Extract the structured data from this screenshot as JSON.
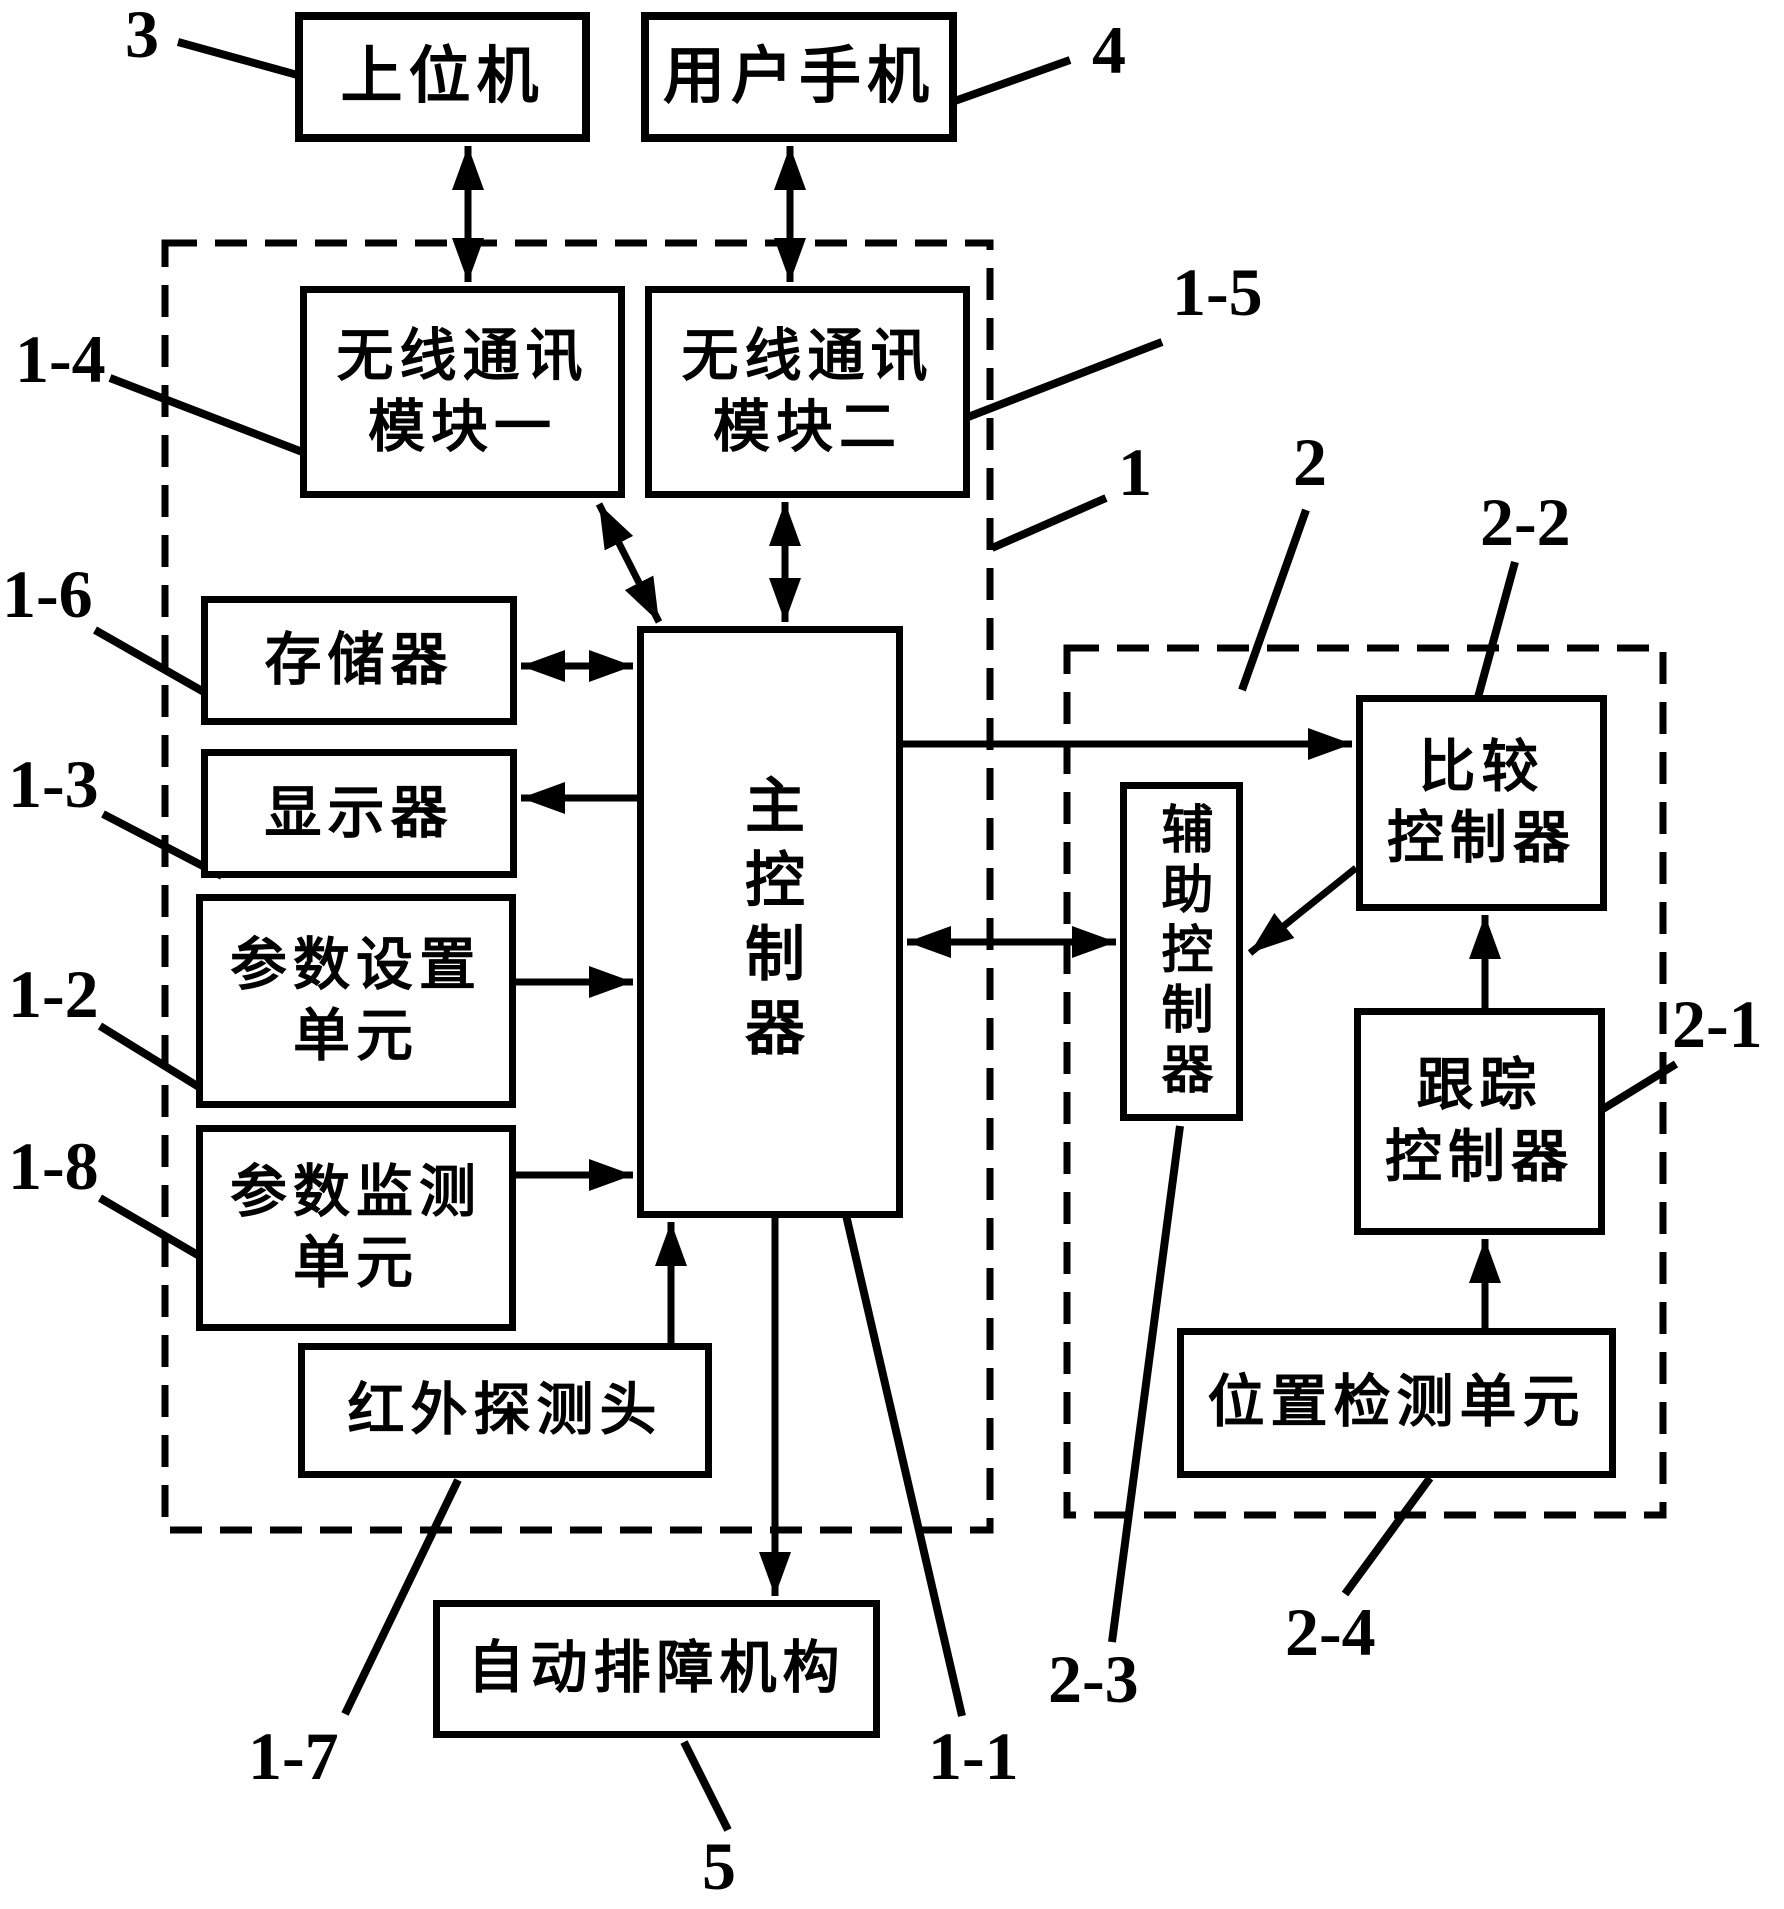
{
  "figure": {
    "kind": "patent-style block diagram",
    "colors": {
      "ink": "#000000",
      "background": "#ffffff"
    }
  },
  "blocks": {
    "host": {
      "label": "上位机",
      "ref": "3"
    },
    "phone": {
      "label": "用户手机",
      "ref": "4"
    },
    "wireless1": {
      "line1": "无线通讯",
      "line2": "模块一",
      "ref": "1-4"
    },
    "wireless2": {
      "line1": "无线通讯",
      "line2": "模块二",
      "ref": "1-5"
    },
    "memory": {
      "label": "存储器",
      "ref": "1-6"
    },
    "display": {
      "label": "显示器",
      "ref": "1-3"
    },
    "param_set": {
      "line1": "参数设置",
      "line2": "单元",
      "ref": "1-2"
    },
    "param_monitor": {
      "line1": "参数监测",
      "line2": "单元",
      "ref": "1-8"
    },
    "infrared": {
      "label": "红外探测头",
      "ref": "1-7"
    },
    "main": {
      "label": "主控制器",
      "ref": "1-1"
    },
    "auto_clear": {
      "label": "自动排障机构",
      "ref": "5"
    },
    "aux": {
      "label": "辅助控制器",
      "ref": "2-3"
    },
    "compare": {
      "line1": "比较",
      "line2": "控制器",
      "ref": "2-2"
    },
    "track": {
      "line1": "跟踪",
      "line2": "控制器",
      "ref": "2-1"
    },
    "position": {
      "label": "位置检测单元",
      "ref": "2-4"
    }
  },
  "groups": {
    "unit1": {
      "ref": "1"
    },
    "unit2": {
      "ref": "2"
    }
  }
}
